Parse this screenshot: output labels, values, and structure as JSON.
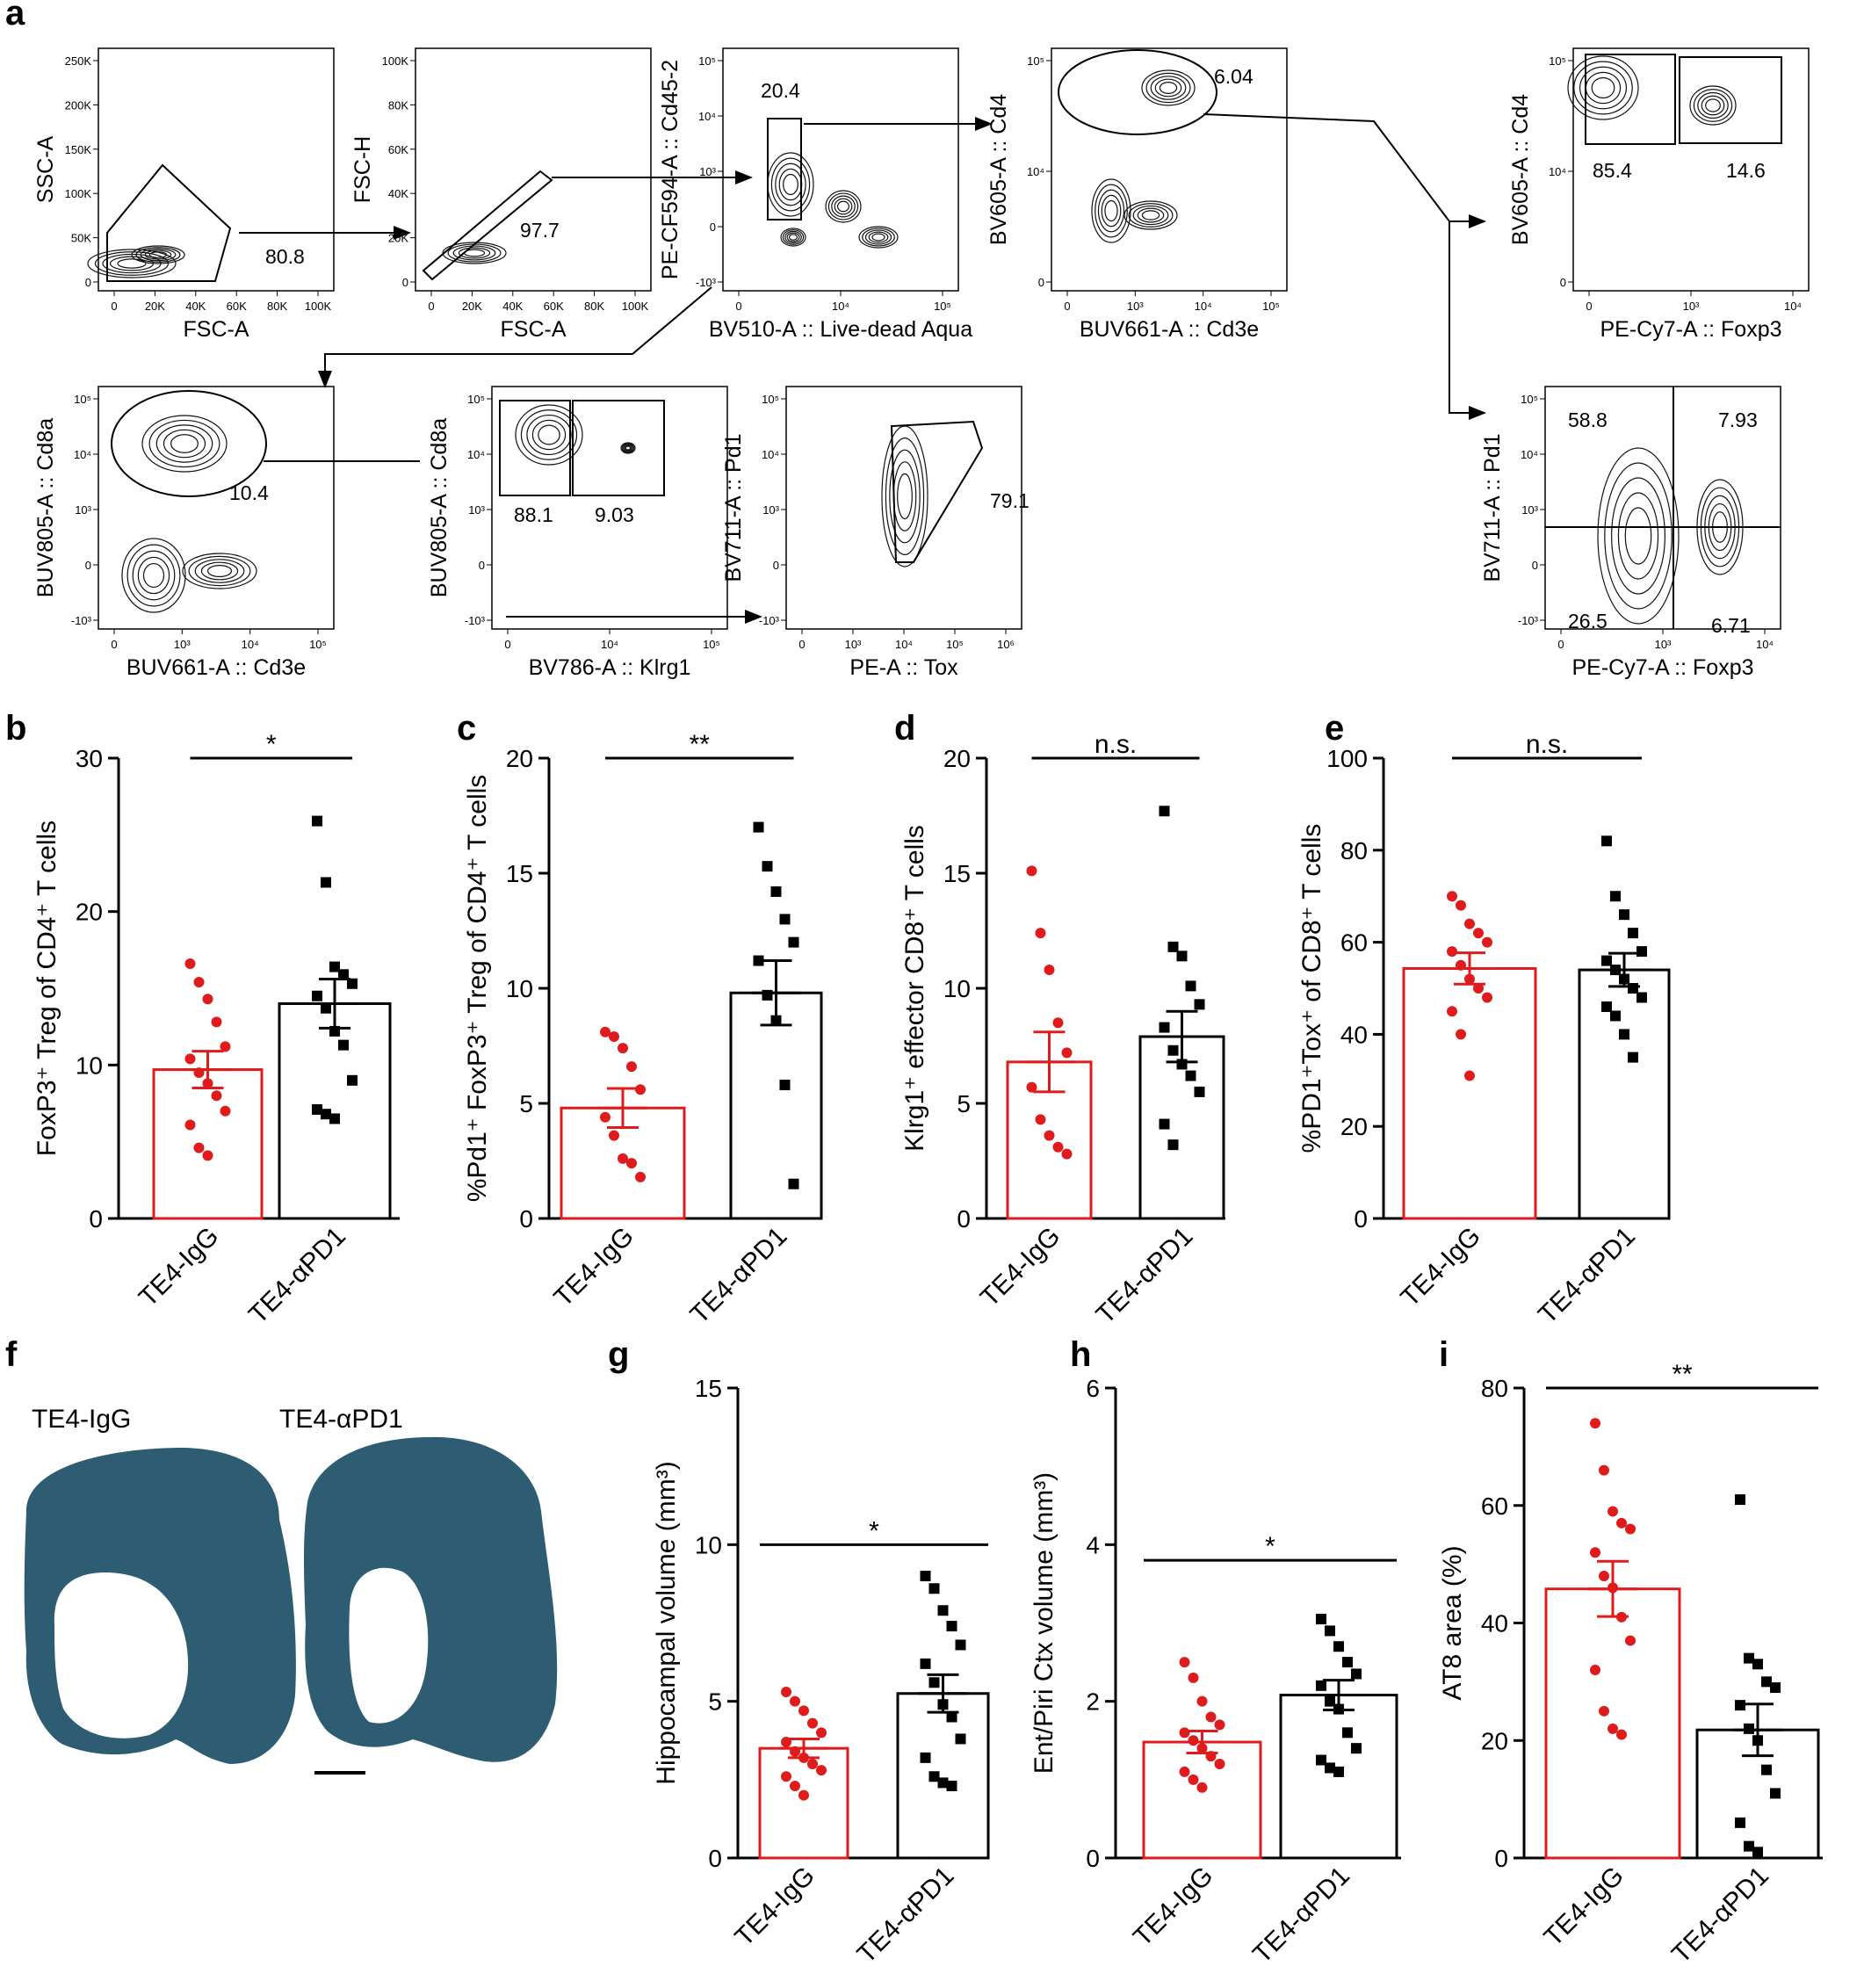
{
  "panel_letters": {
    "a": "a",
    "b": "b",
    "c": "c",
    "d": "d",
    "e": "e",
    "f": "f",
    "g": "g",
    "h": "h",
    "i": "i"
  },
  "groups": [
    "TE4-IgG",
    "TE4-αPD1"
  ],
  "colors": {
    "igg": "#e01b1b",
    "apd1": "#000000",
    "stain": "#2e5d73"
  },
  "flow_panels": [
    {
      "id": "p1",
      "xlabel": "FSC-A",
      "ylabel": "SSC-A",
      "xticks": [
        "0",
        "20K",
        "40K",
        "60K",
        "80K",
        "100K"
      ],
      "yticks": [
        "0",
        "50K",
        "100K",
        "150K",
        "200K",
        "250K"
      ],
      "gates": [
        "80.8"
      ]
    },
    {
      "id": "p2",
      "xlabel": "FSC-A",
      "ylabel": "FSC-H",
      "xticks": [
        "0",
        "20K",
        "40K",
        "60K",
        "80K",
        "100K"
      ],
      "yticks": [
        "0",
        "20K",
        "40K",
        "60K",
        "80K",
        "100K"
      ],
      "gates": [
        "97.7"
      ]
    },
    {
      "id": "p3",
      "xlabel": "BV510-A :: Live-dead Aqua",
      "ylabel": "PE-CF594-A :: Cd45-2",
      "xticks": [
        "0",
        "10⁴",
        "10⁵"
      ],
      "yticks": [
        "-10³",
        "0",
        "10³",
        "10⁴",
        "10⁵"
      ],
      "gates": [
        "20.4"
      ]
    },
    {
      "id": "p4",
      "xlabel": "BUV661-A :: Cd3e",
      "ylabel": "BV605-A :: Cd4",
      "xticks": [
        "0",
        "10³",
        "10⁴",
        "10⁵"
      ],
      "yticks": [
        "0",
        "10⁴",
        "10⁵"
      ],
      "gates": [
        "6.04"
      ]
    },
    {
      "id": "p5",
      "xlabel": "PE-Cy7-A :: Foxp3",
      "ylabel": "BV605-A :: Cd4",
      "xticks": [
        "0",
        "10³",
        "10⁴"
      ],
      "yticks": [
        "0",
        "10⁴",
        "10⁵"
      ],
      "gates": [
        "85.4",
        "14.6"
      ]
    },
    {
      "id": "p6",
      "xlabel": "BUV661-A :: Cd3e",
      "ylabel": "BUV805-A :: Cd8a",
      "xticks": [
        "0",
        "10³",
        "10⁴",
        "10⁵"
      ],
      "yticks": [
        "-10³",
        "0",
        "10³",
        "10⁴",
        "10⁵"
      ],
      "gates": [
        "10.4"
      ]
    },
    {
      "id": "p7",
      "xlabel": "BV786-A :: Klrg1",
      "ylabel": "BUV805-A :: Cd8a",
      "xticks": [
        "0",
        "10⁴",
        "10⁵"
      ],
      "yticks": [
        "-10³",
        "0",
        "10³",
        "10⁴",
        "10⁵"
      ],
      "gates": [
        "88.1",
        "9.03"
      ]
    },
    {
      "id": "p8",
      "xlabel": "PE-A :: Tox",
      "ylabel": "BV711-A :: Pd1",
      "xticks": [
        "0",
        "10³",
        "10⁴",
        "10⁵",
        "10⁶"
      ],
      "yticks": [
        "-10³",
        "0",
        "10³",
        "10⁴",
        "10⁵"
      ],
      "gates": [
        "79.1"
      ]
    },
    {
      "id": "p9",
      "xlabel": "PE-Cy7-A :: Foxp3",
      "ylabel": "BV711-A :: Pd1",
      "xticks": [
        "0",
        "10³",
        "10⁴"
      ],
      "yticks": [
        "-10³",
        "0",
        "10³",
        "10⁴",
        "10⁵"
      ],
      "gates": [
        "58.8",
        "7.93",
        "26.5",
        "6.71"
      ]
    }
  ],
  "histology": {
    "label_left": "TE4-IgG",
    "label_right": "TE4-αPD1"
  },
  "chart_data": [
    {
      "panel": "b",
      "type": "bar",
      "ylabel": "FoxP3⁺ Treg of CD4⁺ T cells",
      "ylim": [
        0,
        30
      ],
      "yticks": [
        "0",
        "10",
        "20",
        "30"
      ],
      "significance": "*",
      "categories": [
        "TE4-IgG",
        "TE4-αPD1"
      ],
      "means": [
        9.7,
        14.0
      ],
      "sem": [
        1.2,
        1.6
      ],
      "points": [
        [
          16.6,
          15.4,
          14.3,
          12.8,
          11.2,
          10.4,
          9.5,
          8.8,
          8.0,
          7.0,
          6.1,
          4.6,
          4.1
        ],
        [
          25.9,
          21.9,
          16.4,
          15.9,
          15.3,
          14.5,
          13.7,
          12.2,
          11.3,
          9.0,
          7.1,
          6.8,
          6.5
        ]
      ]
    },
    {
      "panel": "c",
      "type": "bar",
      "ylabel": "%Pd1⁺ FoxP3⁺ Treg of CD4⁺ T cells",
      "ylim": [
        0,
        20
      ],
      "yticks": [
        "0",
        "5",
        "10",
        "15",
        "20"
      ],
      "significance": "**",
      "categories": [
        "TE4-IgG",
        "TE4-αPD1"
      ],
      "means": [
        4.8,
        9.8
      ],
      "sem": [
        0.85,
        1.4
      ],
      "points": [
        [
          8.1,
          7.9,
          7.4,
          6.6,
          5.6,
          4.4,
          3.6,
          2.6,
          2.4,
          1.8
        ],
        [
          17.0,
          15.3,
          14.2,
          13.0,
          12.0,
          11.2,
          9.7,
          8.6,
          5.8,
          1.5
        ]
      ]
    },
    {
      "panel": "d",
      "type": "bar",
      "ylabel": "Klrg1⁺ effector CD8⁺ T cells",
      "ylim": [
        0,
        20
      ],
      "yticks": [
        "0",
        "5",
        "10",
        "15",
        "20"
      ],
      "significance": "n.s.",
      "categories": [
        "TE4-IgG",
        "TE4-αPD1"
      ],
      "means": [
        6.8,
        7.9
      ],
      "sem": [
        1.3,
        1.1
      ],
      "points": [
        [
          15.1,
          12.4,
          10.8,
          8.5,
          7.2,
          5.7,
          4.3,
          3.6,
          3.1,
          2.8
        ],
        [
          17.7,
          11.8,
          11.4,
          10.1,
          9.3,
          8.3,
          7.3,
          6.7,
          6.2,
          5.5,
          4.1,
          3.2
        ]
      ]
    },
    {
      "panel": "e",
      "type": "bar",
      "ylabel": "%PD1⁺Tox⁺ of CD8⁺ T cells",
      "ylim": [
        0,
        100
      ],
      "yticks": [
        "0",
        "20",
        "40",
        "60",
        "80",
        "100"
      ],
      "significance": "n.s.",
      "categories": [
        "TE4-IgG",
        "TE4-αPD1"
      ],
      "means": [
        54.3,
        54.0
      ],
      "sem": [
        3.4,
        3.6
      ],
      "points": [
        [
          70,
          68,
          64,
          62,
          60,
          58,
          55,
          52,
          50,
          48,
          45,
          40,
          31
        ],
        [
          82,
          70,
          66,
          62,
          58,
          56,
          54,
          52,
          50,
          48,
          46,
          44,
          40,
          35
        ]
      ]
    },
    {
      "panel": "g",
      "type": "bar",
      "ylabel": "Hippocampal volume (mm³)",
      "ylim": [
        0,
        15
      ],
      "yticks": [
        "0",
        "5",
        "10",
        "15"
      ],
      "significance": "*",
      "categories": [
        "TE4-IgG",
        "TE4-αPD1"
      ],
      "means": [
        3.5,
        5.25
      ],
      "sem": [
        0.3,
        0.6
      ],
      "points": [
        [
          5.3,
          5.0,
          4.7,
          4.3,
          4.0,
          3.7,
          3.4,
          3.2,
          3.0,
          2.8,
          2.6,
          2.3,
          2.0
        ],
        [
          9.0,
          8.6,
          7.9,
          7.4,
          6.8,
          6.2,
          5.6,
          4.9,
          4.5,
          3.8,
          3.2,
          2.6,
          2.4,
          2.3
        ]
      ]
    },
    {
      "panel": "h",
      "type": "bar",
      "ylabel": "Ent/Piri Ctx volume (mm³)",
      "ylim": [
        0,
        6
      ],
      "yticks": [
        "0",
        "2",
        "4",
        "6"
      ],
      "significance": "*",
      "categories": [
        "TE4-IgG",
        "TE4-αPD1"
      ],
      "means": [
        1.48,
        2.08
      ],
      "sem": [
        0.14,
        0.19
      ],
      "points": [
        [
          2.5,
          2.3,
          2.0,
          1.8,
          1.7,
          1.6,
          1.5,
          1.4,
          1.3,
          1.2,
          1.1,
          1.0,
          0.9
        ],
        [
          3.05,
          2.9,
          2.7,
          2.5,
          2.35,
          2.2,
          2.0,
          1.9,
          1.6,
          1.4,
          1.25,
          1.15,
          1.1
        ]
      ]
    },
    {
      "panel": "i",
      "type": "bar",
      "ylabel": "AT8 area (%)",
      "ylim": [
        0,
        80
      ],
      "yticks": [
        "0",
        "20",
        "40",
        "60",
        "80"
      ],
      "significance": "**",
      "categories": [
        "TE4-IgG",
        "TE4-αPD1"
      ],
      "means": [
        45.8,
        21.8
      ],
      "sem": [
        4.7,
        4.4
      ],
      "points": [
        [
          74,
          66,
          59,
          57,
          56,
          52,
          48,
          46,
          41,
          37,
          32,
          25,
          22,
          21
        ],
        [
          61,
          34,
          33,
          30,
          29,
          26,
          22,
          20,
          15,
          11,
          6,
          2,
          1
        ]
      ]
    }
  ]
}
